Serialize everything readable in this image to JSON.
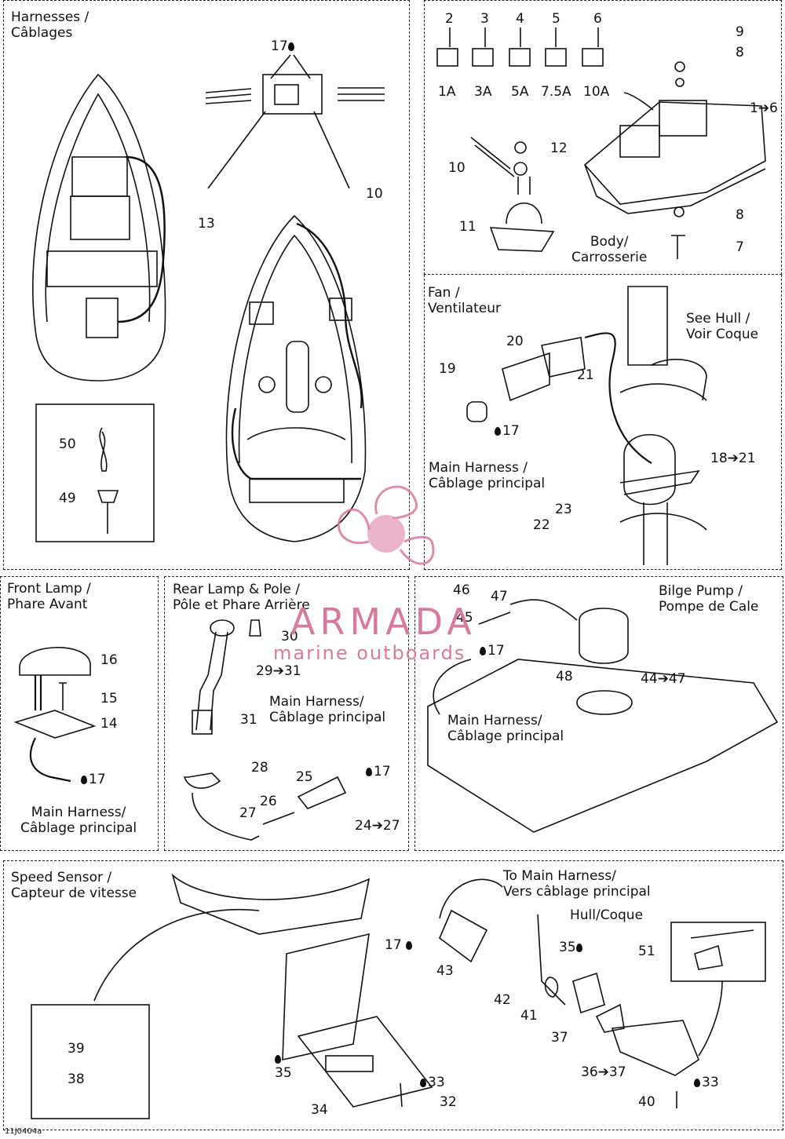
{
  "panels": {
    "harnesses": {
      "title": "Harnesses /\nCâblages"
    },
    "fuses": {
      "fuse_numbers": [
        "2",
        "3",
        "4",
        "5",
        "6"
      ],
      "fuse_ratings": [
        "1A",
        "3A",
        "5A",
        "7.5A",
        "10A"
      ],
      "body_label": "Body/\nCarrosserie"
    },
    "fan": {
      "title": "Fan /\nVentilateur",
      "see_hull": "See Hull /\nVoir Coque",
      "main_harness": "Main Harness /\nCâblage principal"
    },
    "front_lamp": {
      "title": "Front Lamp /\nPhare Avant",
      "main_harness": "Main Harness/\nCâblage principal"
    },
    "rear_lamp": {
      "title": "Rear Lamp & Pole /\nPôle et Phare Arrière",
      "main_harness": "Main Harness/\nCâblage principal"
    },
    "bilge_pump": {
      "title": "Bilge Pump /\nPompe de Cale",
      "main_harness": "Main Harness/\nCâblage principal"
    },
    "speed_sensor": {
      "title": "Speed Sensor /\nCapteur de vitesse",
      "to_main": "To Main Harness/\nVers câblage principal",
      "hull": "Hull/Coque"
    }
  },
  "callouts": {
    "c17a": "17",
    "c13": "13",
    "c10": "10",
    "c50": "50",
    "c49": "49",
    "c9": "9",
    "c8a": "8",
    "c1_6": "1➔6",
    "c12": "12",
    "c10b": "10",
    "c11": "11",
    "c8b": "8",
    "c7": "7",
    "c20": "20",
    "c19": "19",
    "c21": "21",
    "c17b": "17",
    "c18_21": "18➔21",
    "c23": "23",
    "c22": "22",
    "c16": "16",
    "c15": "15",
    "c14": "14",
    "c17c": "17",
    "c30": "30",
    "c29_31": "29➔31",
    "c31": "31",
    "c28": "28",
    "c25": "25",
    "c17d": "17",
    "c26": "26",
    "c27": "27",
    "c24_27": "24➔27",
    "c46": "46",
    "c47": "47",
    "c45": "45",
    "c17e": "17",
    "c48": "48",
    "c44_47": "44➔47",
    "c17f": "17",
    "c43": "43",
    "c35a": "35",
    "c51": "51",
    "c42": "42",
    "c41": "41",
    "c37": "37",
    "c36_37": "36➔37",
    "c33a": "33",
    "c40": "40",
    "c39": "39",
    "c38": "38",
    "c35b": "35",
    "c34": "34",
    "c33b": "33",
    "c32": "32"
  },
  "watermark": {
    "brand": "ARMADA",
    "sub": "marine outboards"
  },
  "drawing_code": "11J0404a"
}
